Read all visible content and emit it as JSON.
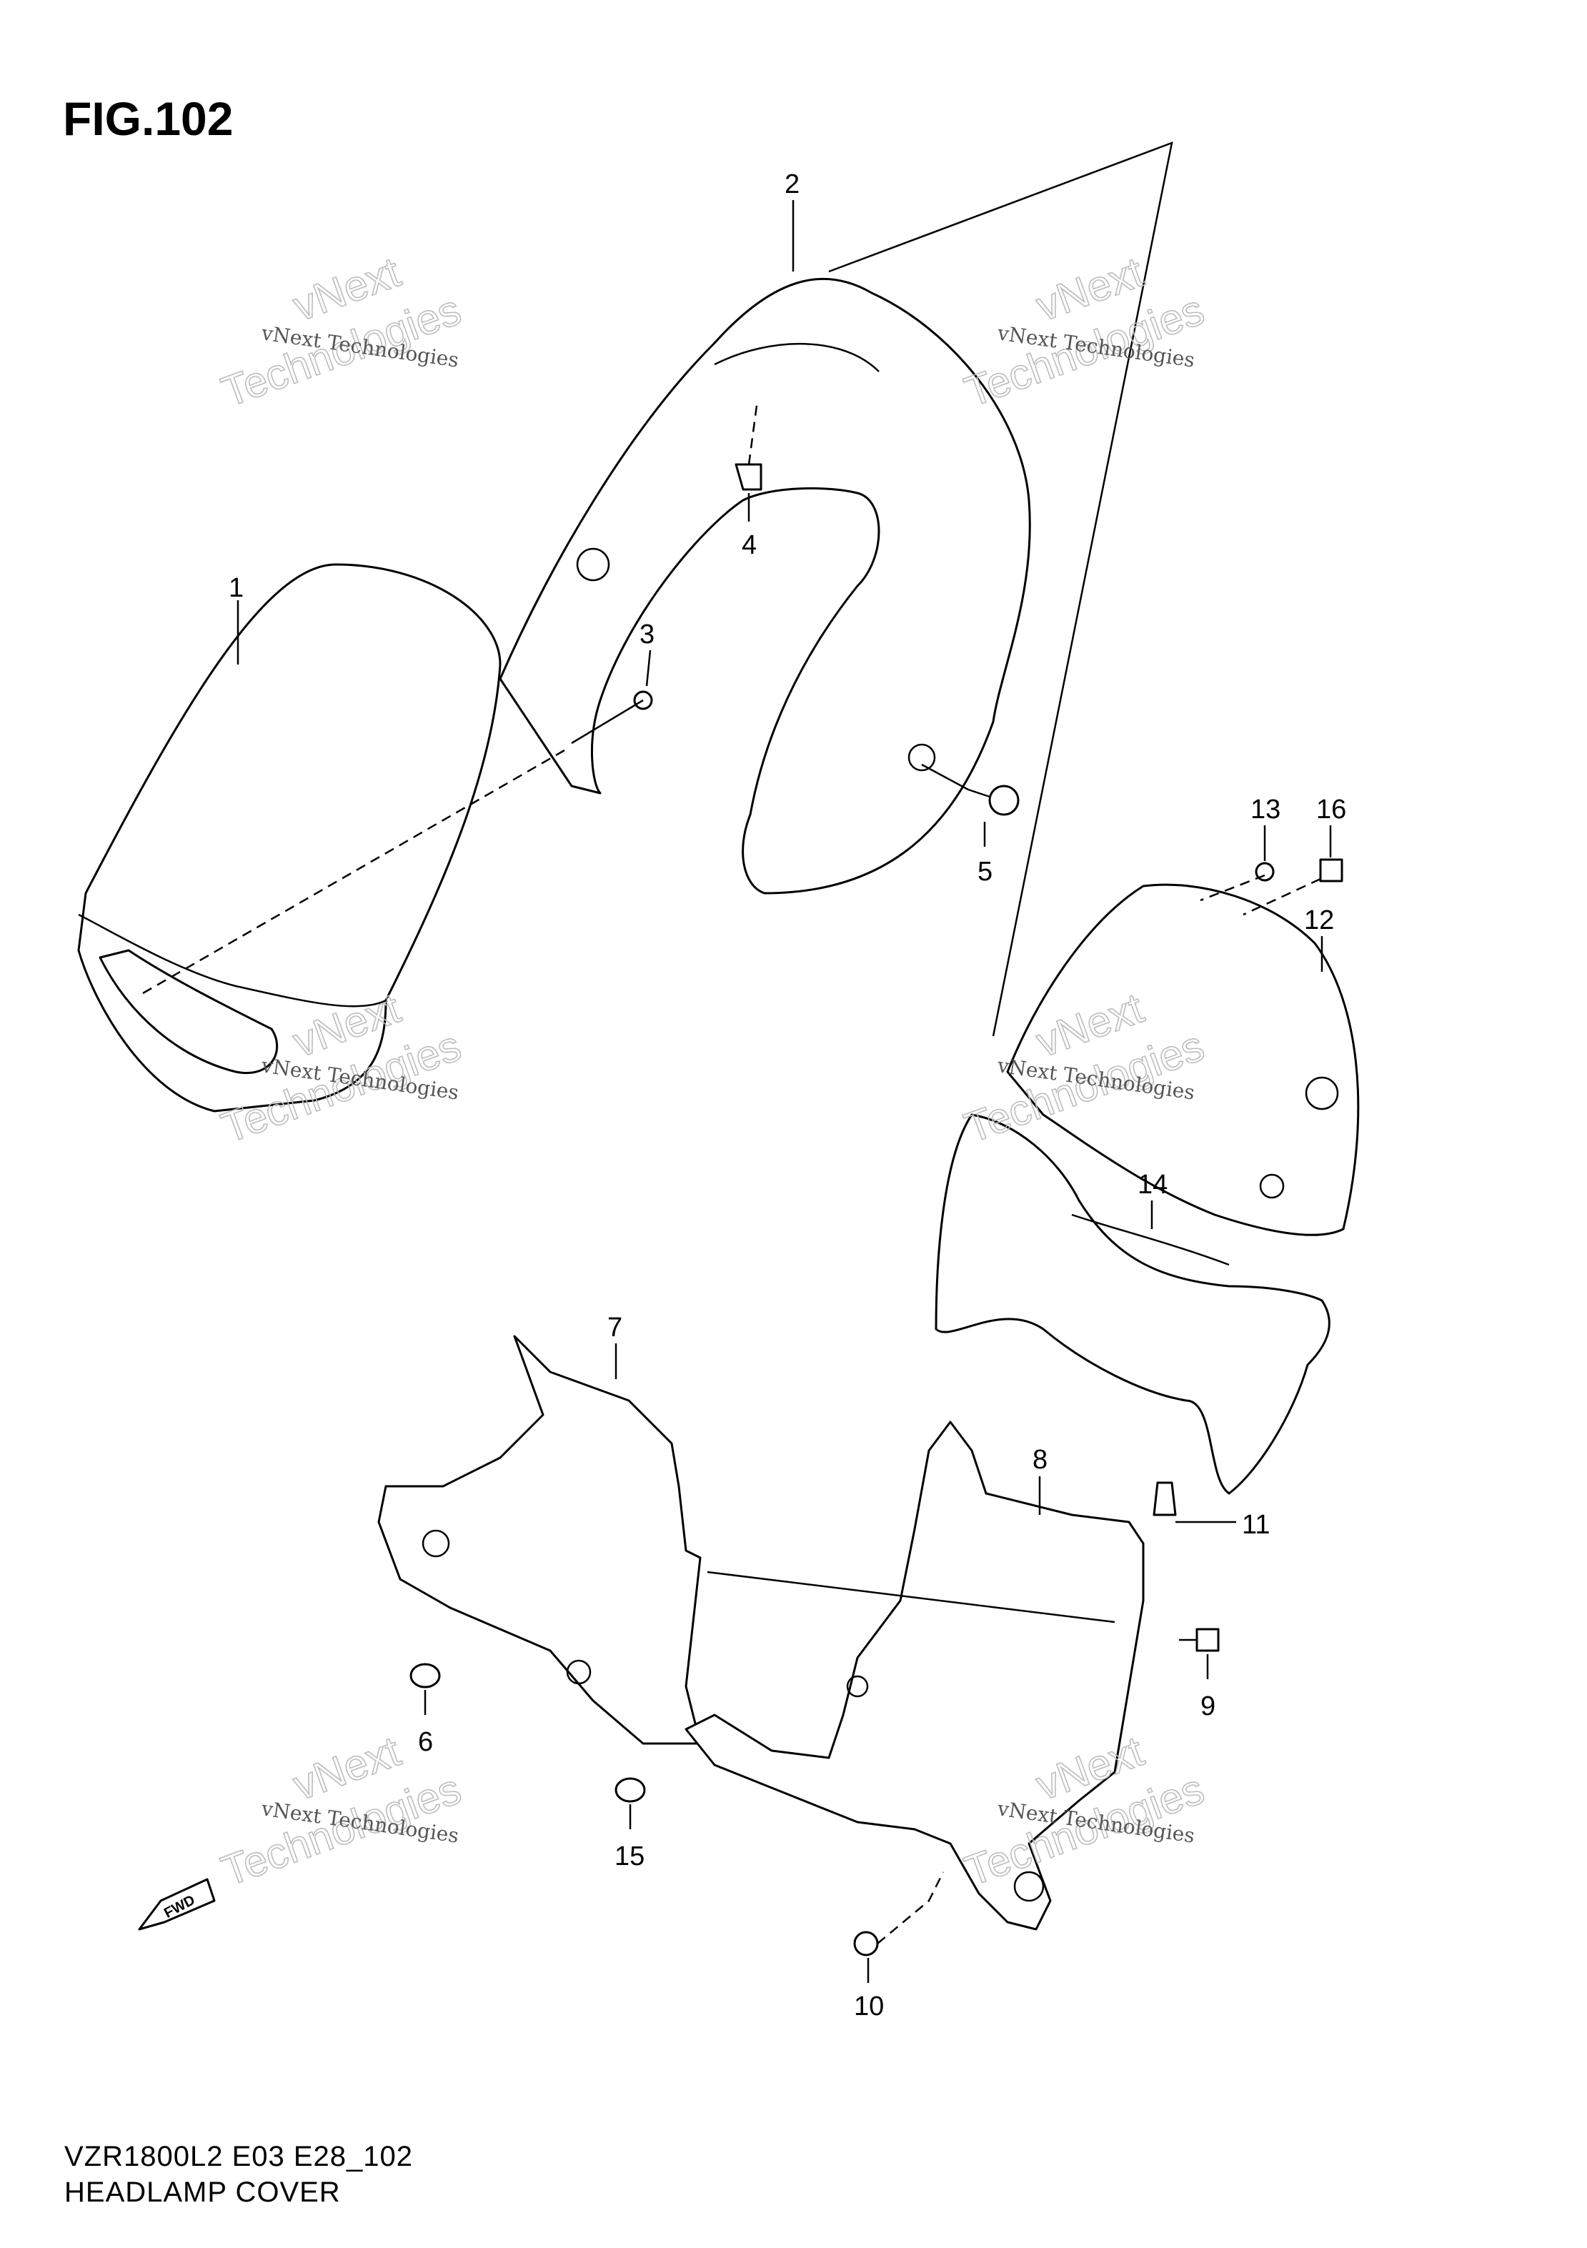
{
  "title": "FIG.102",
  "footer": {
    "model_code": "VZR1800L2 E03 E28_102",
    "section_name": "HEADLAMP COVER"
  },
  "callouts": [
    "1",
    "2",
    "3",
    "4",
    "5",
    "6",
    "7",
    "8",
    "9",
    "10",
    "11",
    "12",
    "13",
    "14",
    "15",
    "16"
  ],
  "direction_badge": "FWD",
  "watermark": {
    "line1": "vNext Technologies",
    "line2": "vNext",
    "line3": "Technologies"
  }
}
